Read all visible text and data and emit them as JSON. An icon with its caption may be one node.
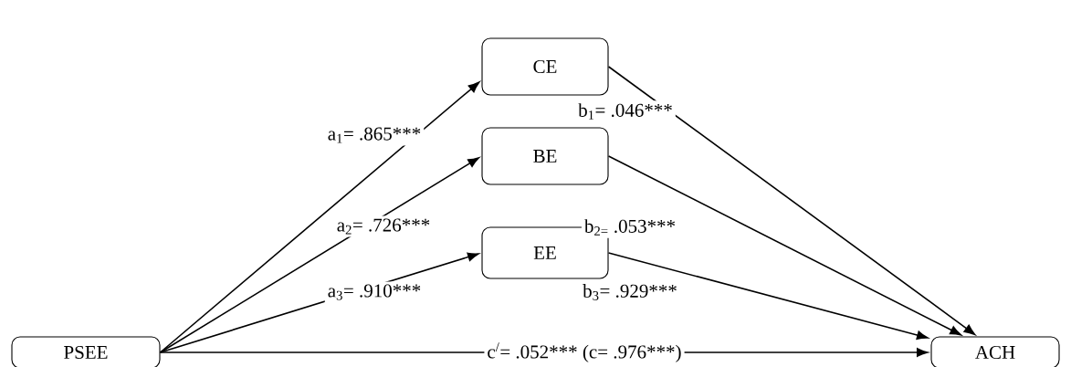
{
  "diagram": {
    "nodes": [
      {
        "text": [
          "PSEE"
        ]
      },
      {
        "text": [
          "CE"
        ]
      },
      {
        "text": [
          "BE"
        ]
      },
      {
        "text": [
          "EE"
        ]
      },
      {
        "text": [
          "ACH"
        ]
      }
    ],
    "edges": [
      {
        "from": 0,
        "to": 1,
        "arrow": "to",
        "label": "a$_{1}$= .865***"
      },
      {
        "from": 0,
        "to": 2,
        "arrow": "to",
        "label": "a$_{2}$= .726***"
      },
      {
        "from": 0,
        "to": 3,
        "arrow": "to",
        "label": "a$_{3}$= .910***"
      },
      {
        "from": 1,
        "to": 4,
        "arrow": "to",
        "label": "b$_{1}$= .046***"
      },
      {
        "from": 2,
        "to": 4,
        "arrow": "to",
        "label": "b$_{2=}$ .053***"
      },
      {
        "from": 3,
        "to": 4,
        "arrow": "to",
        "label": "b$_{3}$= .929***"
      },
      {
        "from": 0,
        "to": 4,
        "arrow": "to",
        "label": "c$^{/}$= .052*** (c= .976***)"
      }
    ]
  }
}
